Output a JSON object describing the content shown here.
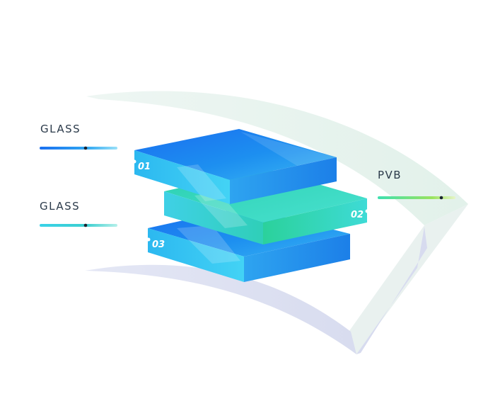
{
  "labels": {
    "glass_top": "GLASS",
    "glass_bottom": "GLASS",
    "pvb": "PVB"
  },
  "layers": {
    "layer1": "01",
    "layer2": "02",
    "layer3": "03"
  },
  "colors": {
    "glass_blue": "#1f8fe8",
    "glass_cyan": "#3fd0f0",
    "pvb_green": "#2fd3a0",
    "arc_light": "#e6f3ef",
    "arc_shadow": "#d9ddf0"
  }
}
